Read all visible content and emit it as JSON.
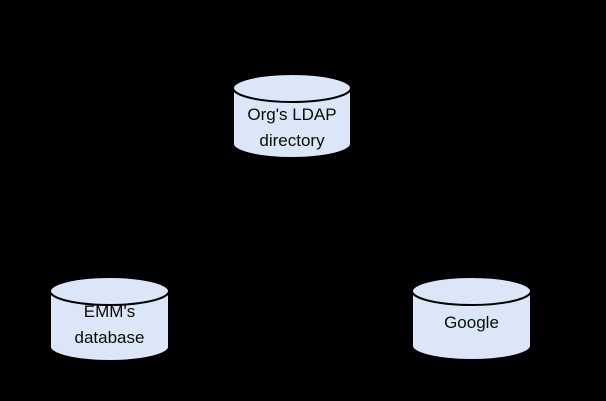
{
  "canvas": {
    "background_color": "#000000"
  },
  "style": {
    "cylinder_fill": "#dbe7f9",
    "cylinder_stroke": "#000000",
    "label_color": "#0a0a0a"
  },
  "nodes": {
    "ldap": {
      "line1": "Org's LDAP",
      "line2": "directory",
      "shape": "database-cylinder"
    },
    "emm": {
      "line1": "EMM's",
      "line2": "database",
      "shape": "database-cylinder"
    },
    "google": {
      "line1": "Google",
      "shape": "database-cylinder"
    }
  }
}
